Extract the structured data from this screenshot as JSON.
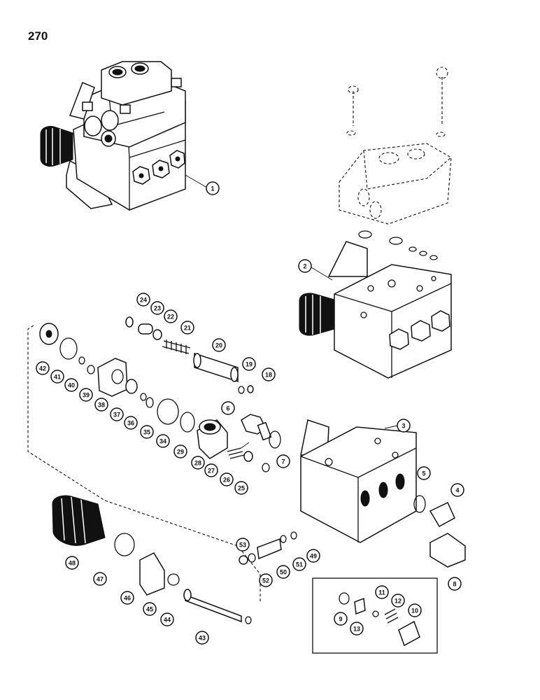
{
  "page": {
    "number": "270"
  },
  "callouts": [
    "1",
    "2",
    "3",
    "4",
    "5",
    "6",
    "7",
    "8",
    "9",
    "10",
    "11",
    "12",
    "13",
    "18",
    "19",
    "20",
    "21",
    "22",
    "23",
    "24",
    "25",
    "26",
    "27",
    "28",
    "29",
    "34",
    "35",
    "36",
    "37",
    "38",
    "39",
    "40",
    "41",
    "42",
    "43",
    "44",
    "45",
    "46",
    "47",
    "48",
    "49",
    "50",
    "51",
    "52",
    "53"
  ],
  "colors": {
    "ink": "#111111",
    "paper": "#ffffff"
  }
}
